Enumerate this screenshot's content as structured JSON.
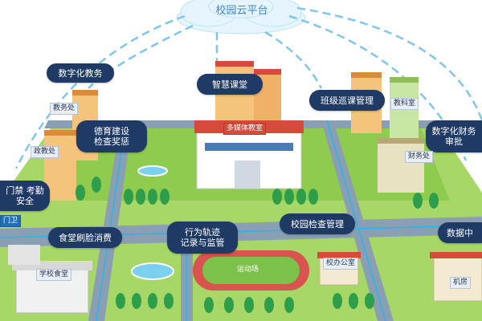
{
  "cloud": {
    "label": "校园云平台"
  },
  "callouts": {
    "digital_teaching": "数字化教务",
    "moral_education": [
      "德育建设",
      "检查奖惩"
    ],
    "access_attendance": [
      "门禁 考勤",
      "安全"
    ],
    "canteen_payment": "食堂刷脸消费",
    "smart_classroom": "智慧课堂",
    "behavior_track": [
      "行为轨迹",
      "记录与监管"
    ],
    "class_patrol": "班级巡课管理",
    "campus_inspection": "校园检查管理",
    "digital_finance": [
      "数字化财务",
      "审批"
    ],
    "data_center": "数据中"
  },
  "buildings": {
    "academic_office": "教务处",
    "political_office": "政教处",
    "multimedia_classroom": "多媒体教室",
    "research_office": "教科室",
    "finance_office": "财务处",
    "sports_field": "运动场",
    "principal_office": "校办公室",
    "school_canteen": "学校食堂",
    "machine_room": "机房",
    "gate": "门卫"
  }
}
